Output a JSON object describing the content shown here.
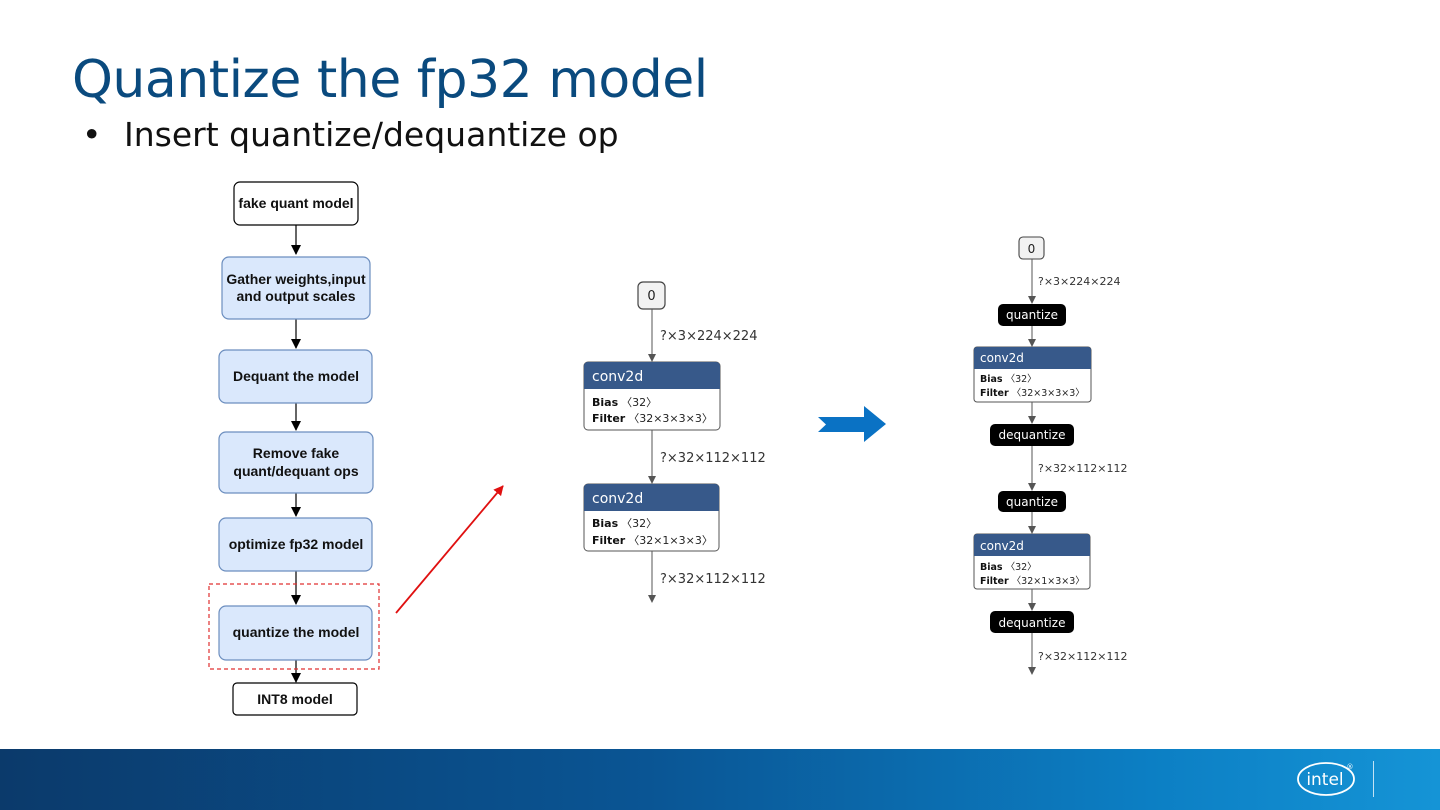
{
  "slide": {
    "title": "Quantize the fp32 model",
    "bullet": "Insert quantize/dequantize op"
  },
  "flowchart": {
    "steps": [
      "fake quant model",
      "Gather weights,input",
      "and output scales",
      "Dequant the model",
      "Remove fake",
      "quant/dequant ops",
      "optimize fp32 model",
      "quantize the model",
      "INT8 model"
    ]
  },
  "graph_before": {
    "input_label": "0",
    "edge_in": "?×3×224×224",
    "conv1": {
      "op": "conv2d",
      "bias_key": "Bias",
      "bias_val": "〈32〉",
      "filter_key": "Filter",
      "filter_val": "〈32×3×3×3〉"
    },
    "edge_mid": "?×32×112×112",
    "conv2": {
      "op": "conv2d",
      "bias_key": "Bias",
      "bias_val": "〈32〉",
      "filter_key": "Filter",
      "filter_val": "〈32×1×3×3〉"
    },
    "edge_out": "?×32×112×112"
  },
  "graph_after": {
    "input_label": "0",
    "edge_in": "?×3×224×224",
    "quantize_1": "quantize",
    "conv1": {
      "op": "conv2d",
      "bias_key": "Bias",
      "bias_val": "〈32〉",
      "filter_key": "Filter",
      "filter_val": "〈32×3×3×3〉"
    },
    "dequantize_1": "dequantize",
    "edge_mid": "?×32×112×112",
    "quantize_2": "quantize",
    "conv2": {
      "op": "conv2d",
      "bias_key": "Bias",
      "bias_val": "〈32〉",
      "filter_key": "Filter",
      "filter_val": "〈32×1×3×3〉"
    },
    "dequantize_2": "dequantize",
    "edge_out": "?×32×112×112"
  },
  "footer": {
    "logo_text": "intel",
    "logo_mark": "®"
  },
  "colors": {
    "title": "#0a4a7e",
    "flow_fill": "#dae8fc",
    "flow_stroke": "#6c8ebf",
    "conv_header": "#37598a",
    "blue_arrow": "#0a72c4",
    "red_arrow": "#e01010",
    "dashed_box": "#e03030"
  }
}
